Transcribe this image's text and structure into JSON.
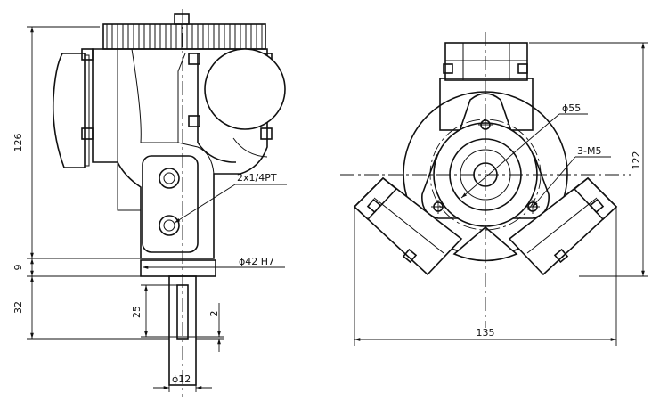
{
  "side_view": {
    "dims": {
      "height_total": "126",
      "flange_thickness": "9",
      "shaft_length": "32",
      "key_length": "25",
      "key_depth": "2",
      "shaft_dia": "ϕ12",
      "pilot_dia": "ϕ42 H7",
      "ports": "2x1/4PT"
    }
  },
  "front_view": {
    "dims": {
      "hub_dia": "ϕ55",
      "mount_holes": "3-M5",
      "height": "122",
      "width": "135"
    }
  }
}
